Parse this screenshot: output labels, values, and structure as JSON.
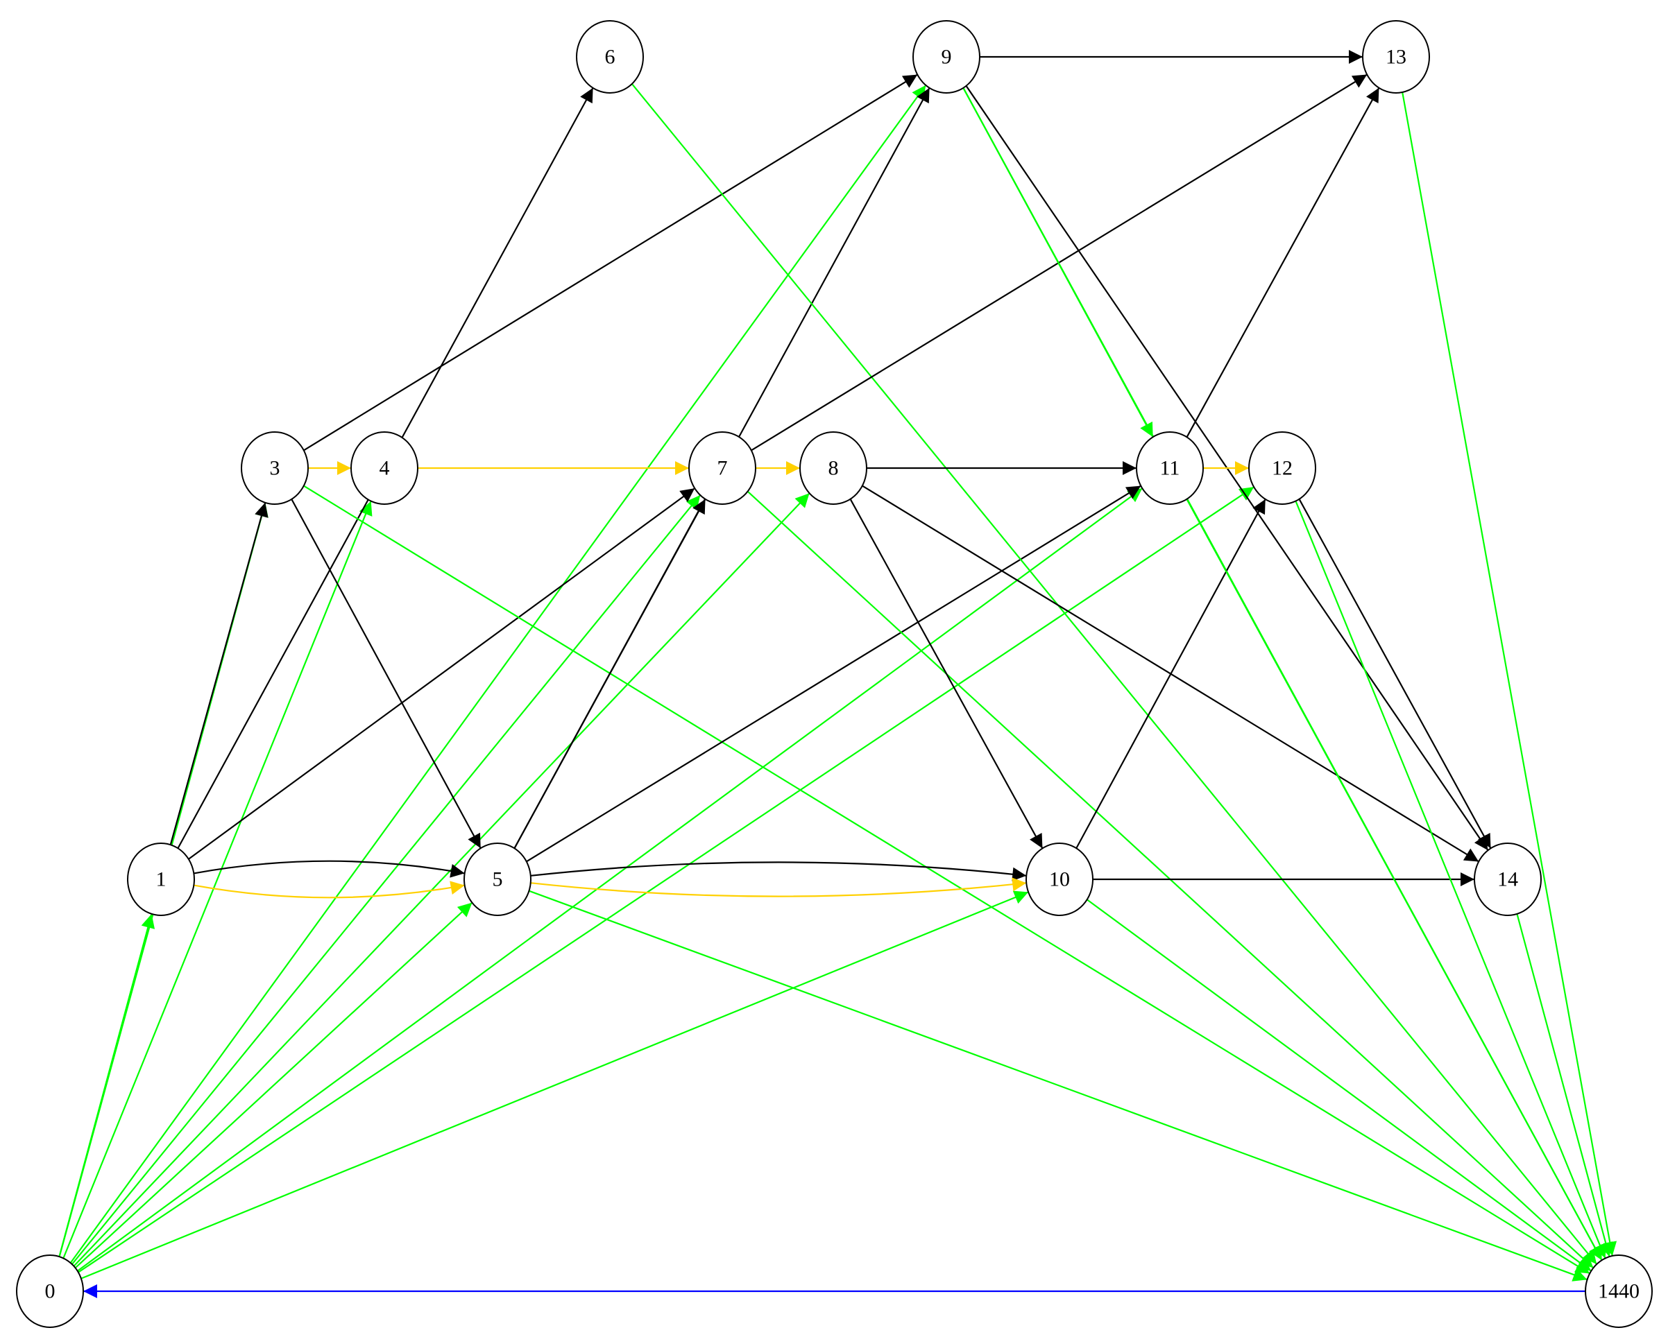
{
  "colors": {
    "black": "#000000",
    "green": "#00ff00",
    "yellow": "#ffd000",
    "blue": "#0000ff"
  },
  "nodes": [
    {
      "id": "n0",
      "label": "0"
    },
    {
      "id": "n1",
      "label": "1"
    },
    {
      "id": "n3",
      "label": "3"
    },
    {
      "id": "n4",
      "label": "4"
    },
    {
      "id": "n5",
      "label": "5"
    },
    {
      "id": "n6",
      "label": "6"
    },
    {
      "id": "n7",
      "label": "7"
    },
    {
      "id": "n8",
      "label": "8"
    },
    {
      "id": "n9",
      "label": "9"
    },
    {
      "id": "n10",
      "label": "10"
    },
    {
      "id": "n11",
      "label": "11"
    },
    {
      "id": "n12",
      "label": "12"
    },
    {
      "id": "n13",
      "label": "13"
    },
    {
      "id": "n14",
      "label": "14"
    },
    {
      "id": "n1440",
      "label": "1440"
    }
  ],
  "edges": [
    {
      "from": "n0",
      "to": "n1",
      "color": "green"
    },
    {
      "from": "n0",
      "to": "n3",
      "color": "green"
    },
    {
      "from": "n0",
      "to": "n4",
      "color": "green"
    },
    {
      "from": "n0",
      "to": "n5",
      "color": "green"
    },
    {
      "from": "n0",
      "to": "n7",
      "color": "green"
    },
    {
      "from": "n0",
      "to": "n8",
      "color": "green"
    },
    {
      "from": "n0",
      "to": "n9",
      "color": "green"
    },
    {
      "from": "n0",
      "to": "n10",
      "color": "green"
    },
    {
      "from": "n0",
      "to": "n11",
      "color": "green"
    },
    {
      "from": "n0",
      "to": "n12",
      "color": "green"
    },
    {
      "from": "n1",
      "to": "n3",
      "color": "black"
    },
    {
      "from": "n1",
      "to": "n5",
      "color": "black",
      "curve": "up"
    },
    {
      "from": "n1",
      "to": "n5",
      "color": "yellow",
      "curve": "down"
    },
    {
      "from": "n1",
      "to": "n6",
      "color": "black"
    },
    {
      "from": "n1",
      "to": "n7",
      "color": "black"
    },
    {
      "from": "n3",
      "to": "n4",
      "color": "yellow"
    },
    {
      "from": "n3",
      "to": "n5",
      "color": "black"
    },
    {
      "from": "n3",
      "to": "n9",
      "color": "black"
    },
    {
      "from": "n3",
      "to": "n1440",
      "color": "green"
    },
    {
      "from": "n4",
      "to": "n7",
      "color": "yellow"
    },
    {
      "from": "n5",
      "to": "n7",
      "color": "black"
    },
    {
      "from": "n5",
      "to": "n9",
      "color": "black"
    },
    {
      "from": "n5",
      "to": "n10",
      "color": "black",
      "curve": "up"
    },
    {
      "from": "n5",
      "to": "n10",
      "color": "yellow",
      "curve": "down"
    },
    {
      "from": "n5",
      "to": "n11",
      "color": "black"
    },
    {
      "from": "n5",
      "to": "n1440",
      "color": "green"
    },
    {
      "from": "n6",
      "to": "n1440",
      "color": "green"
    },
    {
      "from": "n7",
      "to": "n8",
      "color": "yellow"
    },
    {
      "from": "n7",
      "to": "n13",
      "color": "black"
    },
    {
      "from": "n7",
      "to": "n1440",
      "color": "green"
    },
    {
      "from": "n8",
      "to": "n10",
      "color": "black"
    },
    {
      "from": "n8",
      "to": "n11",
      "color": "black"
    },
    {
      "from": "n8",
      "to": "n14",
      "color": "black"
    },
    {
      "from": "n9",
      "to": "n11",
      "color": "green"
    },
    {
      "from": "n9",
      "to": "n13",
      "color": "black"
    },
    {
      "from": "n9",
      "to": "n14",
      "color": "black"
    },
    {
      "from": "n9",
      "to": "n1440",
      "color": "green"
    },
    {
      "from": "n10",
      "to": "n12",
      "color": "black"
    },
    {
      "from": "n10",
      "to": "n14",
      "color": "black"
    },
    {
      "from": "n10",
      "to": "n1440",
      "color": "green"
    },
    {
      "from": "n11",
      "to": "n12",
      "color": "yellow"
    },
    {
      "from": "n11",
      "to": "n13",
      "color": "black"
    },
    {
      "from": "n11",
      "to": "n1440",
      "color": "green"
    },
    {
      "from": "n12",
      "to": "n14",
      "color": "black"
    },
    {
      "from": "n12",
      "to": "n1440",
      "color": "green"
    },
    {
      "from": "n13",
      "to": "n1440",
      "color": "green"
    },
    {
      "from": "n14",
      "to": "n1440",
      "color": "green"
    },
    {
      "from": "n1440",
      "to": "n0",
      "color": "blue"
    }
  ]
}
